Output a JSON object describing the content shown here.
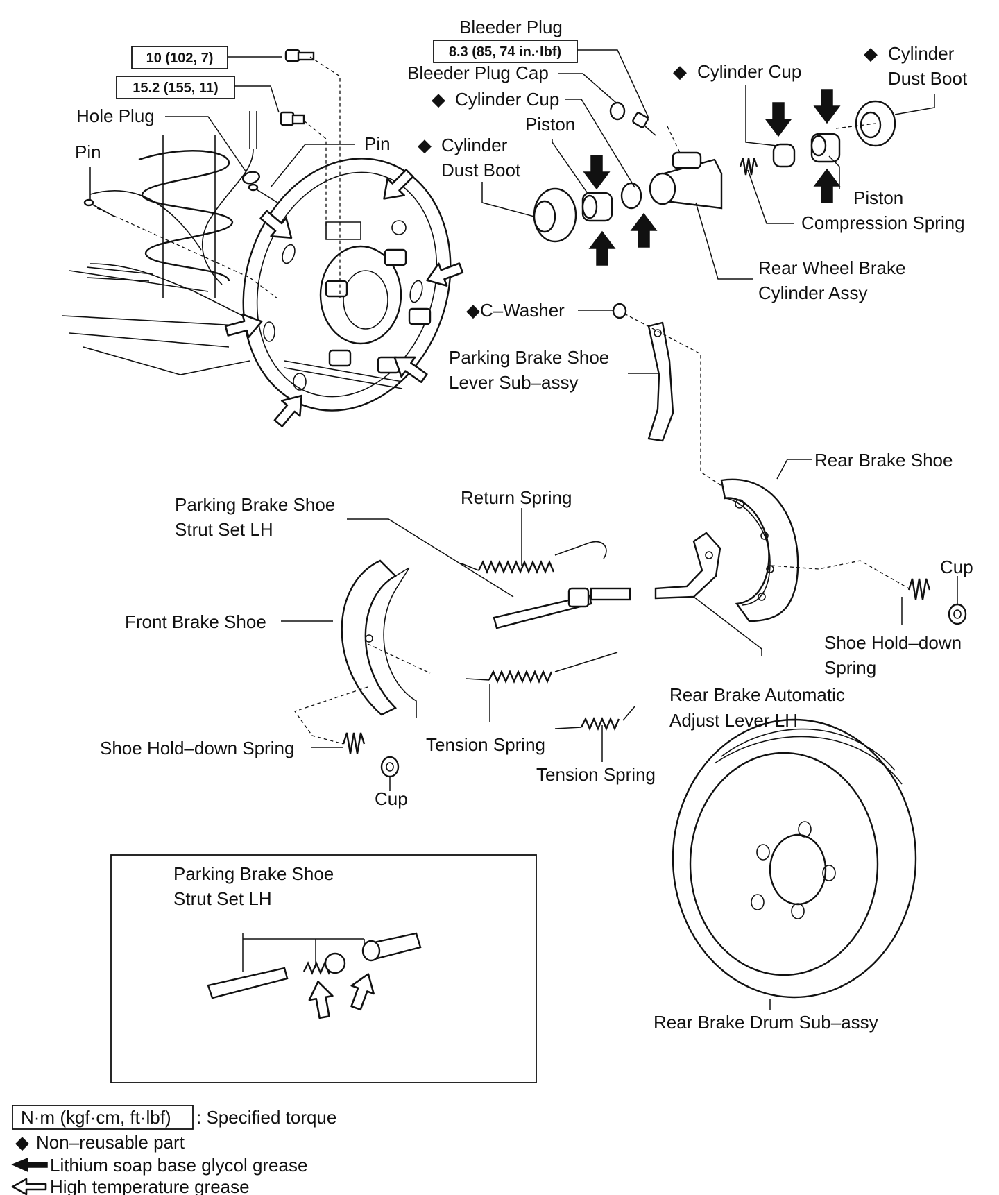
{
  "torque": {
    "t1": "10 (102, 7)",
    "t2": "15.2 (155, 11)",
    "t3": "8.3 (85, 74 in.·lbf)"
  },
  "labels": {
    "bleeder_plug": "Bleeder Plug",
    "bleeder_plug_cap": "Bleeder Plug Cap",
    "hole_plug": "Hole Plug",
    "pin_left": "Pin",
    "pin_mid": "Pin",
    "cyl_cup_top_mark": "◆",
    "cyl_cup_top": "Cylinder Cup",
    "cyl_cup_mid_mark": "◆",
    "cyl_cup_mid": "Cylinder Cup",
    "cyl_dust_boot_right_mark": "◆",
    "cyl_dust_boot_right_1": "Cylinder",
    "cyl_dust_boot_right_2": "Dust Boot",
    "cyl_dust_boot_left_mark": "◆",
    "cyl_dust_boot_left_1": "Cylinder",
    "cyl_dust_boot_left_2": "Dust Boot",
    "piston_left": "Piston",
    "piston_right": "Piston",
    "compression_spring": "Compression Spring",
    "rear_wheel_cyl_1": "Rear Wheel Brake",
    "rear_wheel_cyl_2": "Cylinder Assy",
    "c_washer": "◆C–Washer",
    "pb_lever_1": "Parking Brake Shoe",
    "pb_lever_2": "Lever Sub–assy",
    "rear_brake_shoe": "Rear Brake Shoe",
    "return_spring": "Return Spring",
    "pb_strut_1": "Parking Brake Shoe",
    "pb_strut_2": "Strut Set LH",
    "cup_right": "Cup",
    "front_brake_shoe": "Front Brake Shoe",
    "shoe_holddown_right_1": "Shoe Hold–down",
    "shoe_holddown_right_2": "Spring",
    "auto_adjust_1": "Rear Brake Automatic",
    "auto_adjust_2": "Adjust Lever LH",
    "tension_spring_1": "Tension Spring",
    "tension_spring_2": "Tension Spring",
    "shoe_holddown_left": "Shoe Hold–down Spring",
    "cup_left": "Cup",
    "inset_strut_1": "Parking Brake Shoe",
    "inset_strut_2": "Strut Set LH",
    "drum": "Rear Brake Drum Sub–assy"
  },
  "legend": {
    "torque_unit": "N·m (kgf·cm, ft·lbf)",
    "torque_desc": ": Specified torque",
    "non_reusable_mark": "◆",
    "non_reusable": "Non–reusable part",
    "lithium": "Lithium soap base glycol grease",
    "high_temp": "High temperature grease"
  }
}
